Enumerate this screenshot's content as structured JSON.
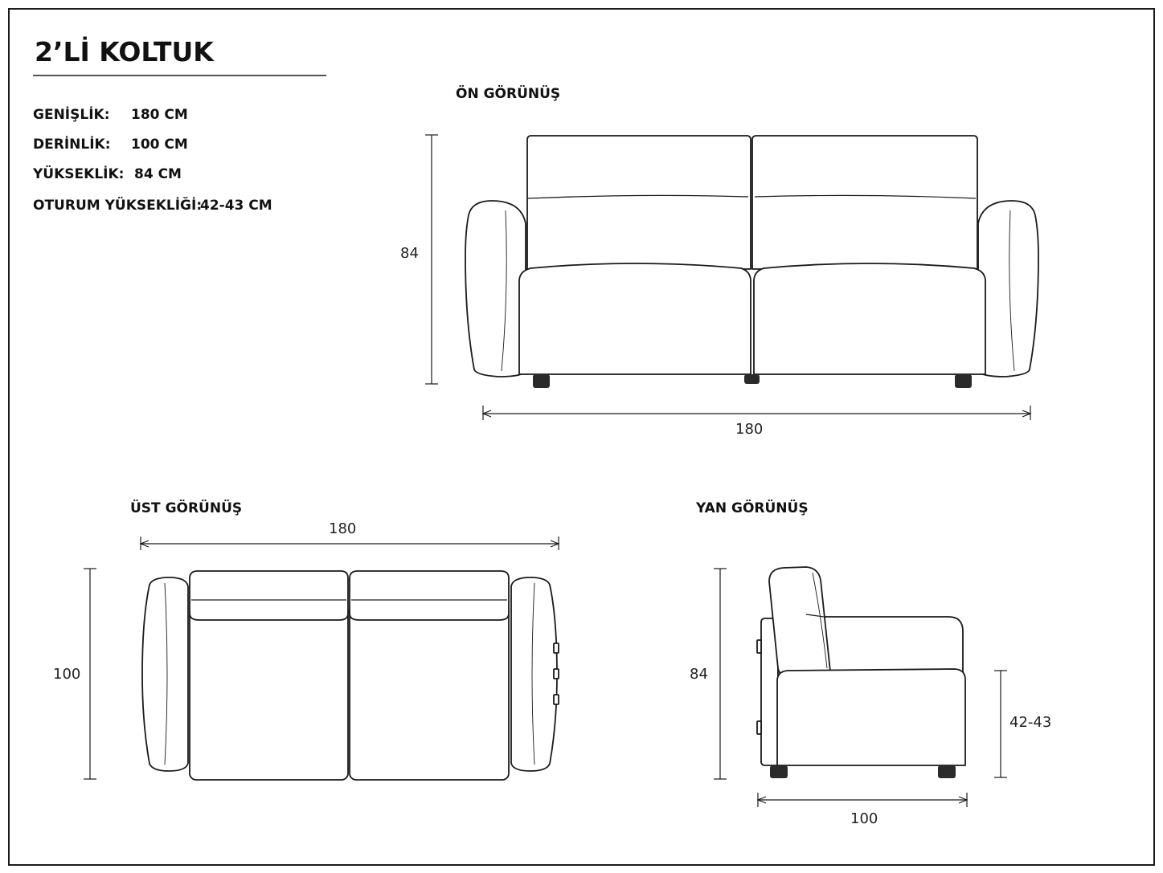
{
  "title": "2’Lİ KOLTUK",
  "specs": {
    "width": {
      "label": "GENİŞLİK:",
      "value": "180 CM"
    },
    "depth": {
      "label": "DERİNLİK:",
      "value": "100 CM"
    },
    "height": {
      "label": "YÜKSEKLİK:",
      "value": "84 CM"
    },
    "seat_height": {
      "label": "OTURUM YÜKSEKLİĞİ:",
      "value": "42-43 CM"
    }
  },
  "views": {
    "front": {
      "label": "ÖN GÖRÜNÜŞ",
      "height_dim": "84",
      "width_dim": "180"
    },
    "top": {
      "label": "ÜST GÖRÜNÜŞ",
      "width_dim": "180",
      "depth_dim": "100"
    },
    "side": {
      "label": "YAN GÖRÜNÜŞ",
      "height_dim": "84",
      "seat_dim": "42-43",
      "depth_dim": "100"
    }
  }
}
